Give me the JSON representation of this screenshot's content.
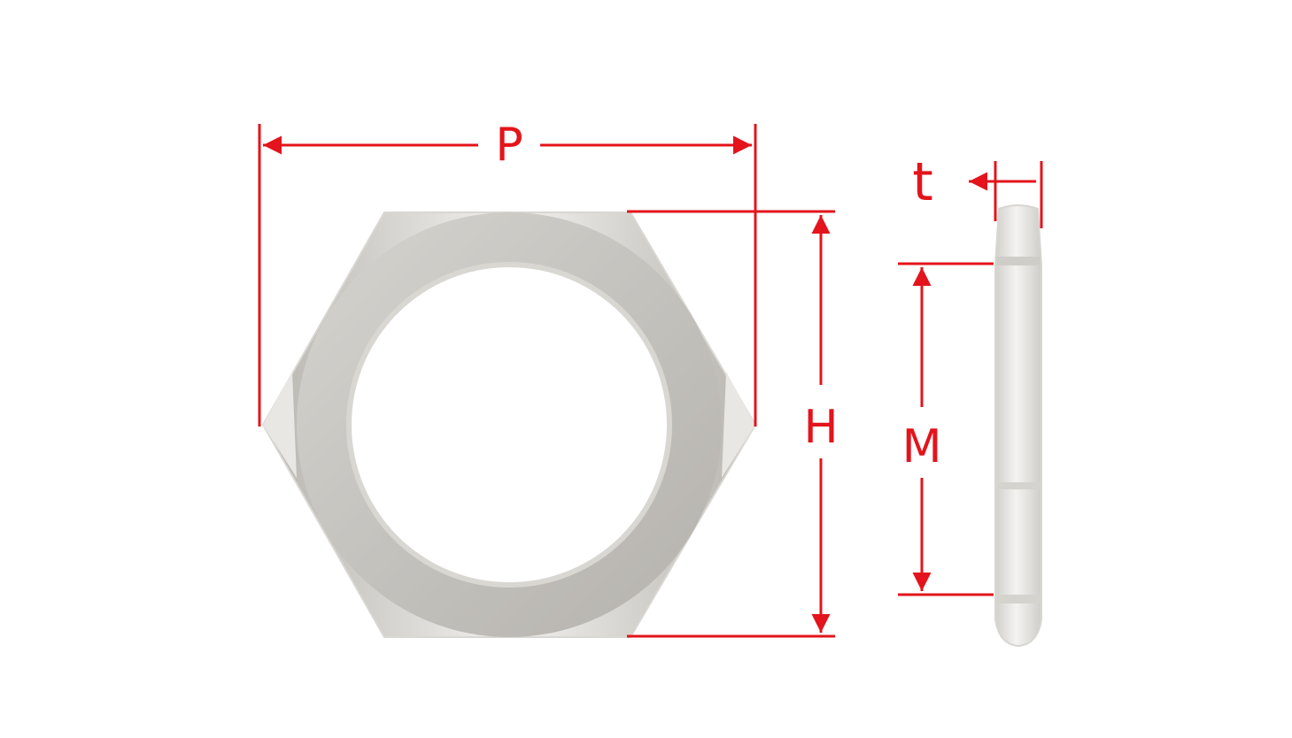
{
  "labels": {
    "width_across_corners": "P",
    "width_across_flats": "H",
    "thread_size": "M",
    "thickness": "t"
  },
  "colors": {
    "dimension": "#e3141b",
    "nut_face": "#c7c5c0",
    "nut_face_light": "#e6e4e0",
    "nut_face_dark": "#a9a6a0",
    "background": "#ffffff"
  }
}
